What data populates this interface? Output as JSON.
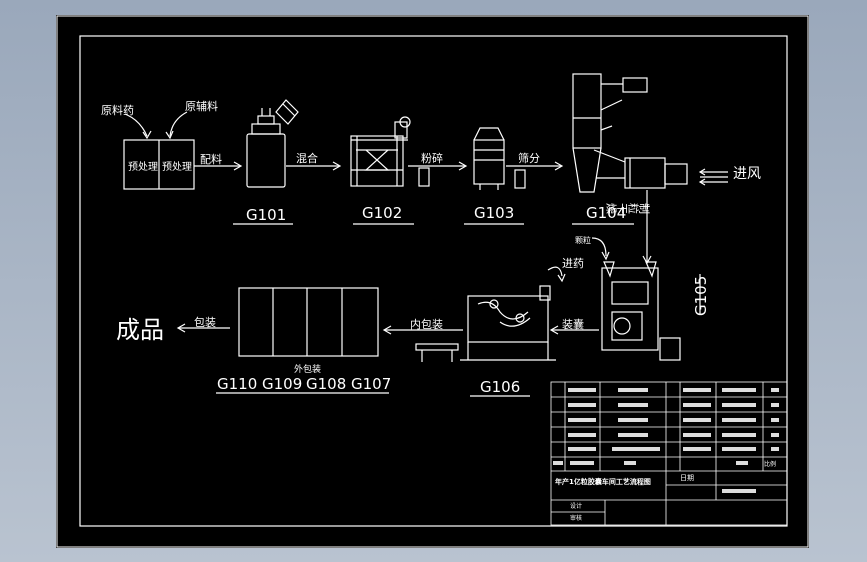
{
  "flow": {
    "raw_drug": "原料药",
    "raw_aux": "原辅料",
    "pre1": "预处理",
    "pre2": "预处理",
    "step_peiliao": "配料",
    "step_hunhe": "混合",
    "step_fensui": "粉碎",
    "step_shaifen": "筛分",
    "step_ganzao": "制粒干燥",
    "step_jinfeng": "进风",
    "step_zhuangnang": "装囊",
    "step_jinyao": "进药",
    "step_keli": "颗粒",
    "step_neibaozhuang": "内包装",
    "step_baozhuang": "包装",
    "step_waibaozhuang": "外包装",
    "product": "成品"
  },
  "codes": {
    "g101": "G101",
    "g102": "G102",
    "g103": "G103",
    "g104": "G104",
    "g105": "G105",
    "g106": "G106",
    "g107": "G107",
    "g108": "G108",
    "g109": "G109",
    "g110": "G110"
  },
  "title_block": {
    "title": "年产1亿粒胶囊车间工艺流程图",
    "date_label": "日期",
    "ratio_label": "比例",
    "design_label": "设计",
    "check_label": "审核"
  }
}
